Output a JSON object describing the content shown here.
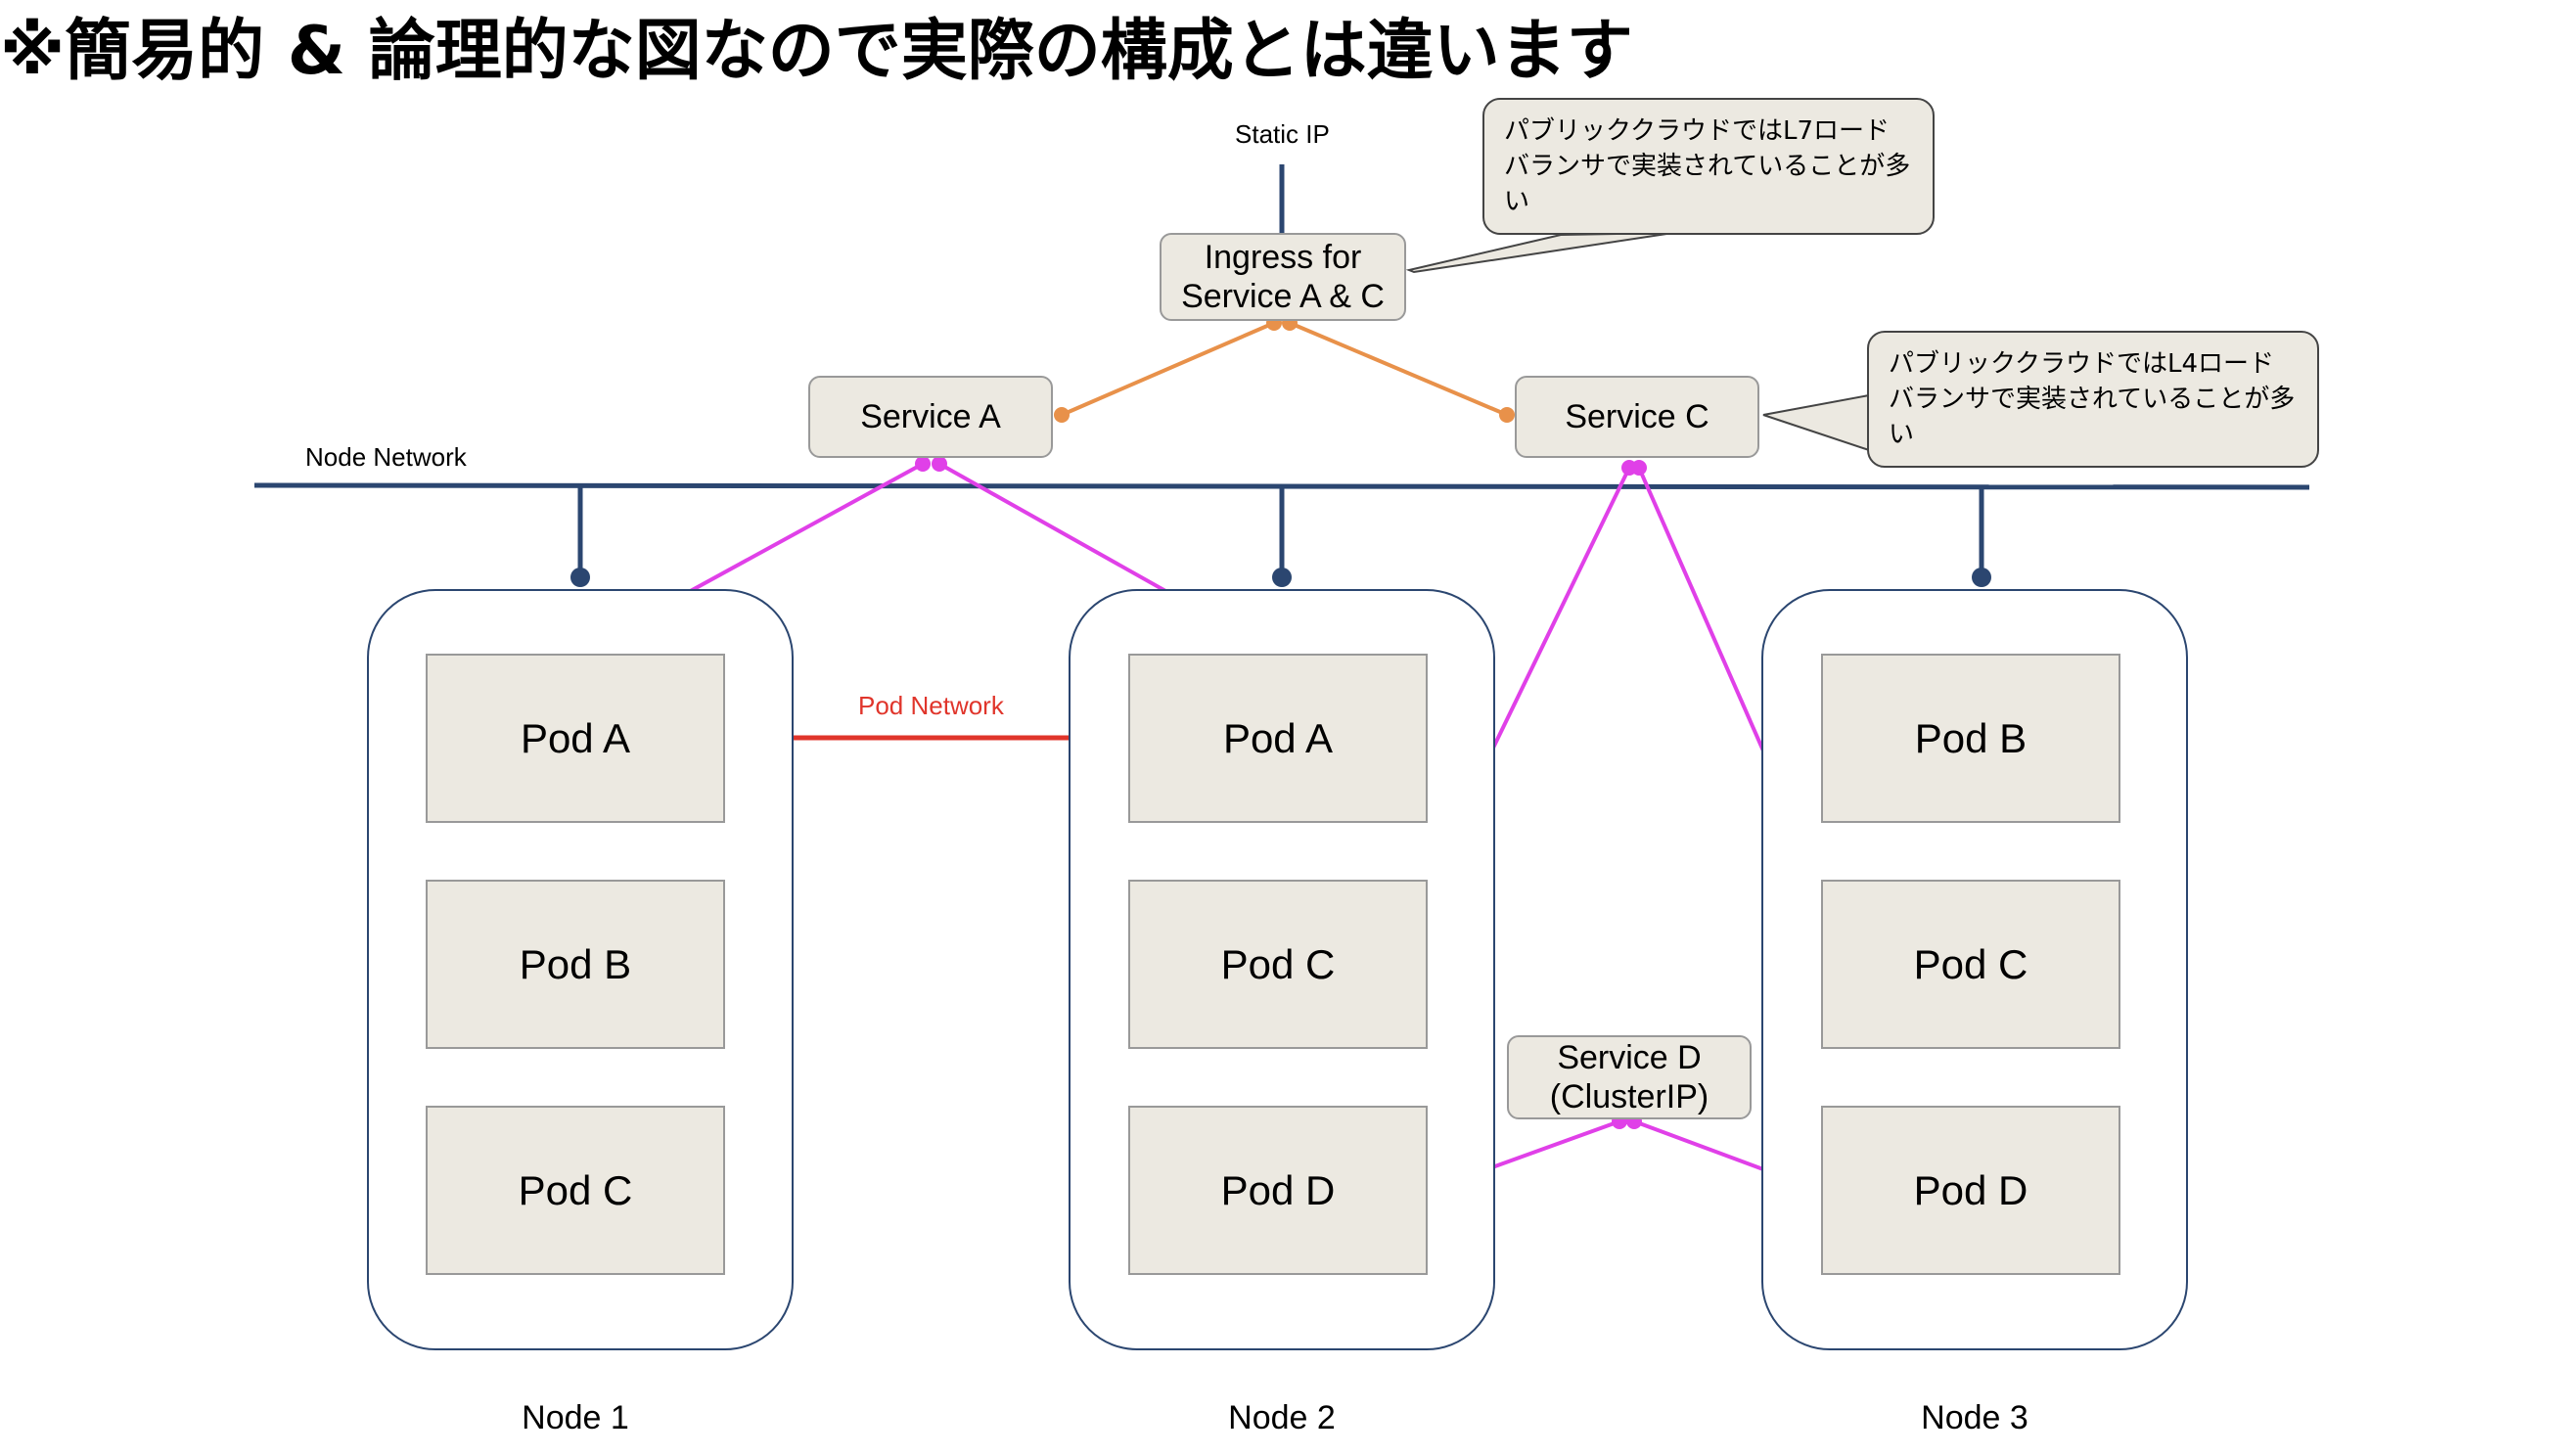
{
  "title": "※簡易的 & 論理的な図なので実際の構成とは違います",
  "labels": {
    "static_ip": "Static IP",
    "node_network": "Node Network",
    "pod_network": "Pod Network"
  },
  "ingress": {
    "line1": "Ingress for",
    "line2": "Service A & C"
  },
  "services": {
    "a": "Service A",
    "c": "Service C",
    "d_line1": "Service D",
    "d_line2": "(ClusterIP)"
  },
  "callouts": {
    "l7": "パブリッククラウドではL7ロードバランサで実装されていることが多い",
    "l4": "パブリッククラウドではL4ロードバランサで実装されていることが多い"
  },
  "nodes": [
    {
      "label": "Node 1",
      "pods": [
        "Pod A",
        "Pod B",
        "Pod C"
      ]
    },
    {
      "label": "Node 2",
      "pods": [
        "Pod A",
        "Pod C",
        "Pod D"
      ]
    },
    {
      "label": "Node 3",
      "pods": [
        "Pod B",
        "Pod C",
        "Pod D"
      ]
    }
  ],
  "colors": {
    "node_network": "#2b4670",
    "ingress_link": "#e8914a",
    "service_link": "#e040e8",
    "pod_network": "#e0352b",
    "box_fill": "#ece9e1"
  }
}
